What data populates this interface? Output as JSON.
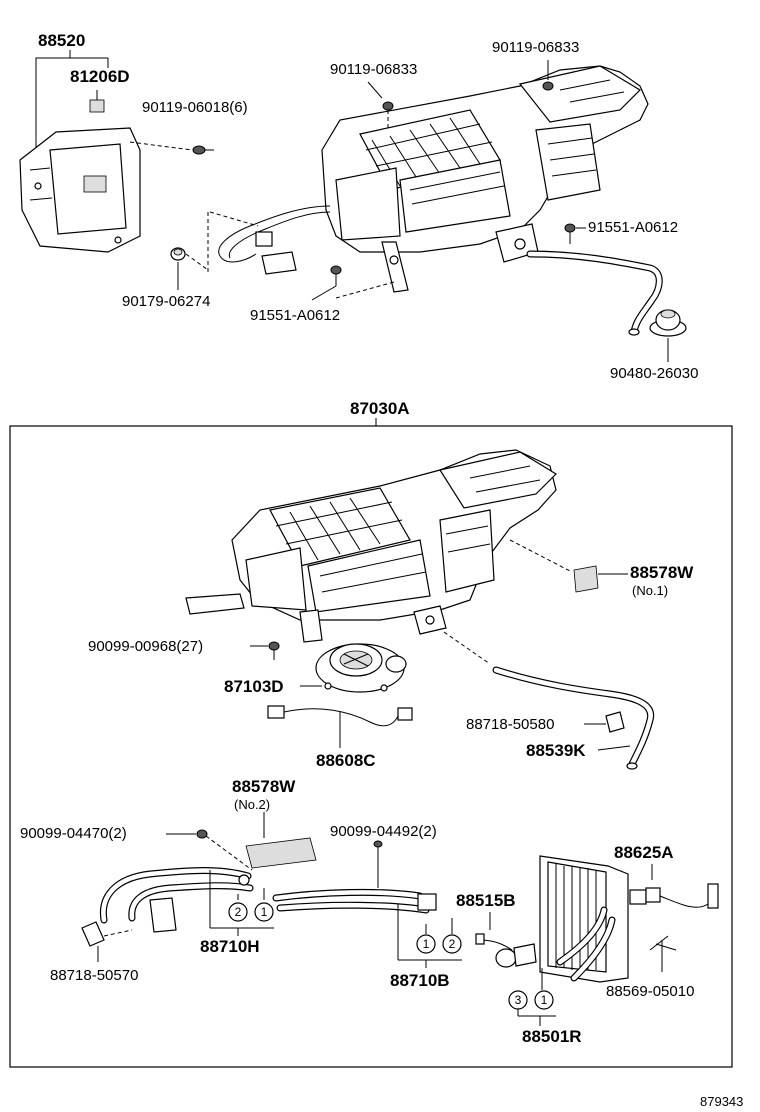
{
  "labels": {
    "p88520": "88520",
    "p81206D": "81206D",
    "p90119_06018": "90119-06018(6)",
    "p90119_06833_a": "90119-06833",
    "p90119_06833_b": "90119-06833",
    "p91551_A0612_a": "91551-A0612",
    "p91551_A0612_b": "91551-A0612",
    "p90179_06274": "90179-06274",
    "p90480_26030": "90480-26030",
    "p87030A": "87030A",
    "p88578W_1": "88578W",
    "p88578W_1_note": "(No.1)",
    "p90099_00968": "90099-00968(27)",
    "p87103D": "87103D",
    "p88718_50580": "88718-50580",
    "p88539K": "88539K",
    "p88608C": "88608C",
    "p88578W_2": "88578W",
    "p88578W_2_note": "(No.2)",
    "p90099_04470": "90099-04470(2)",
    "p90099_04492": "90099-04492(2)",
    "p88625A": "88625A",
    "p88515B": "88515B",
    "p88710H": "88710H",
    "p88710B": "88710B",
    "p88718_50570": "88718-50570",
    "p88569_05010": "88569-05010",
    "p88501R": "88501R",
    "ref_number": "879343"
  },
  "circles": {
    "c2_h": "2",
    "c1_h": "1",
    "c1_b": "1",
    "c2_b": "2",
    "c3_r": "3",
    "c1_r": "1"
  }
}
